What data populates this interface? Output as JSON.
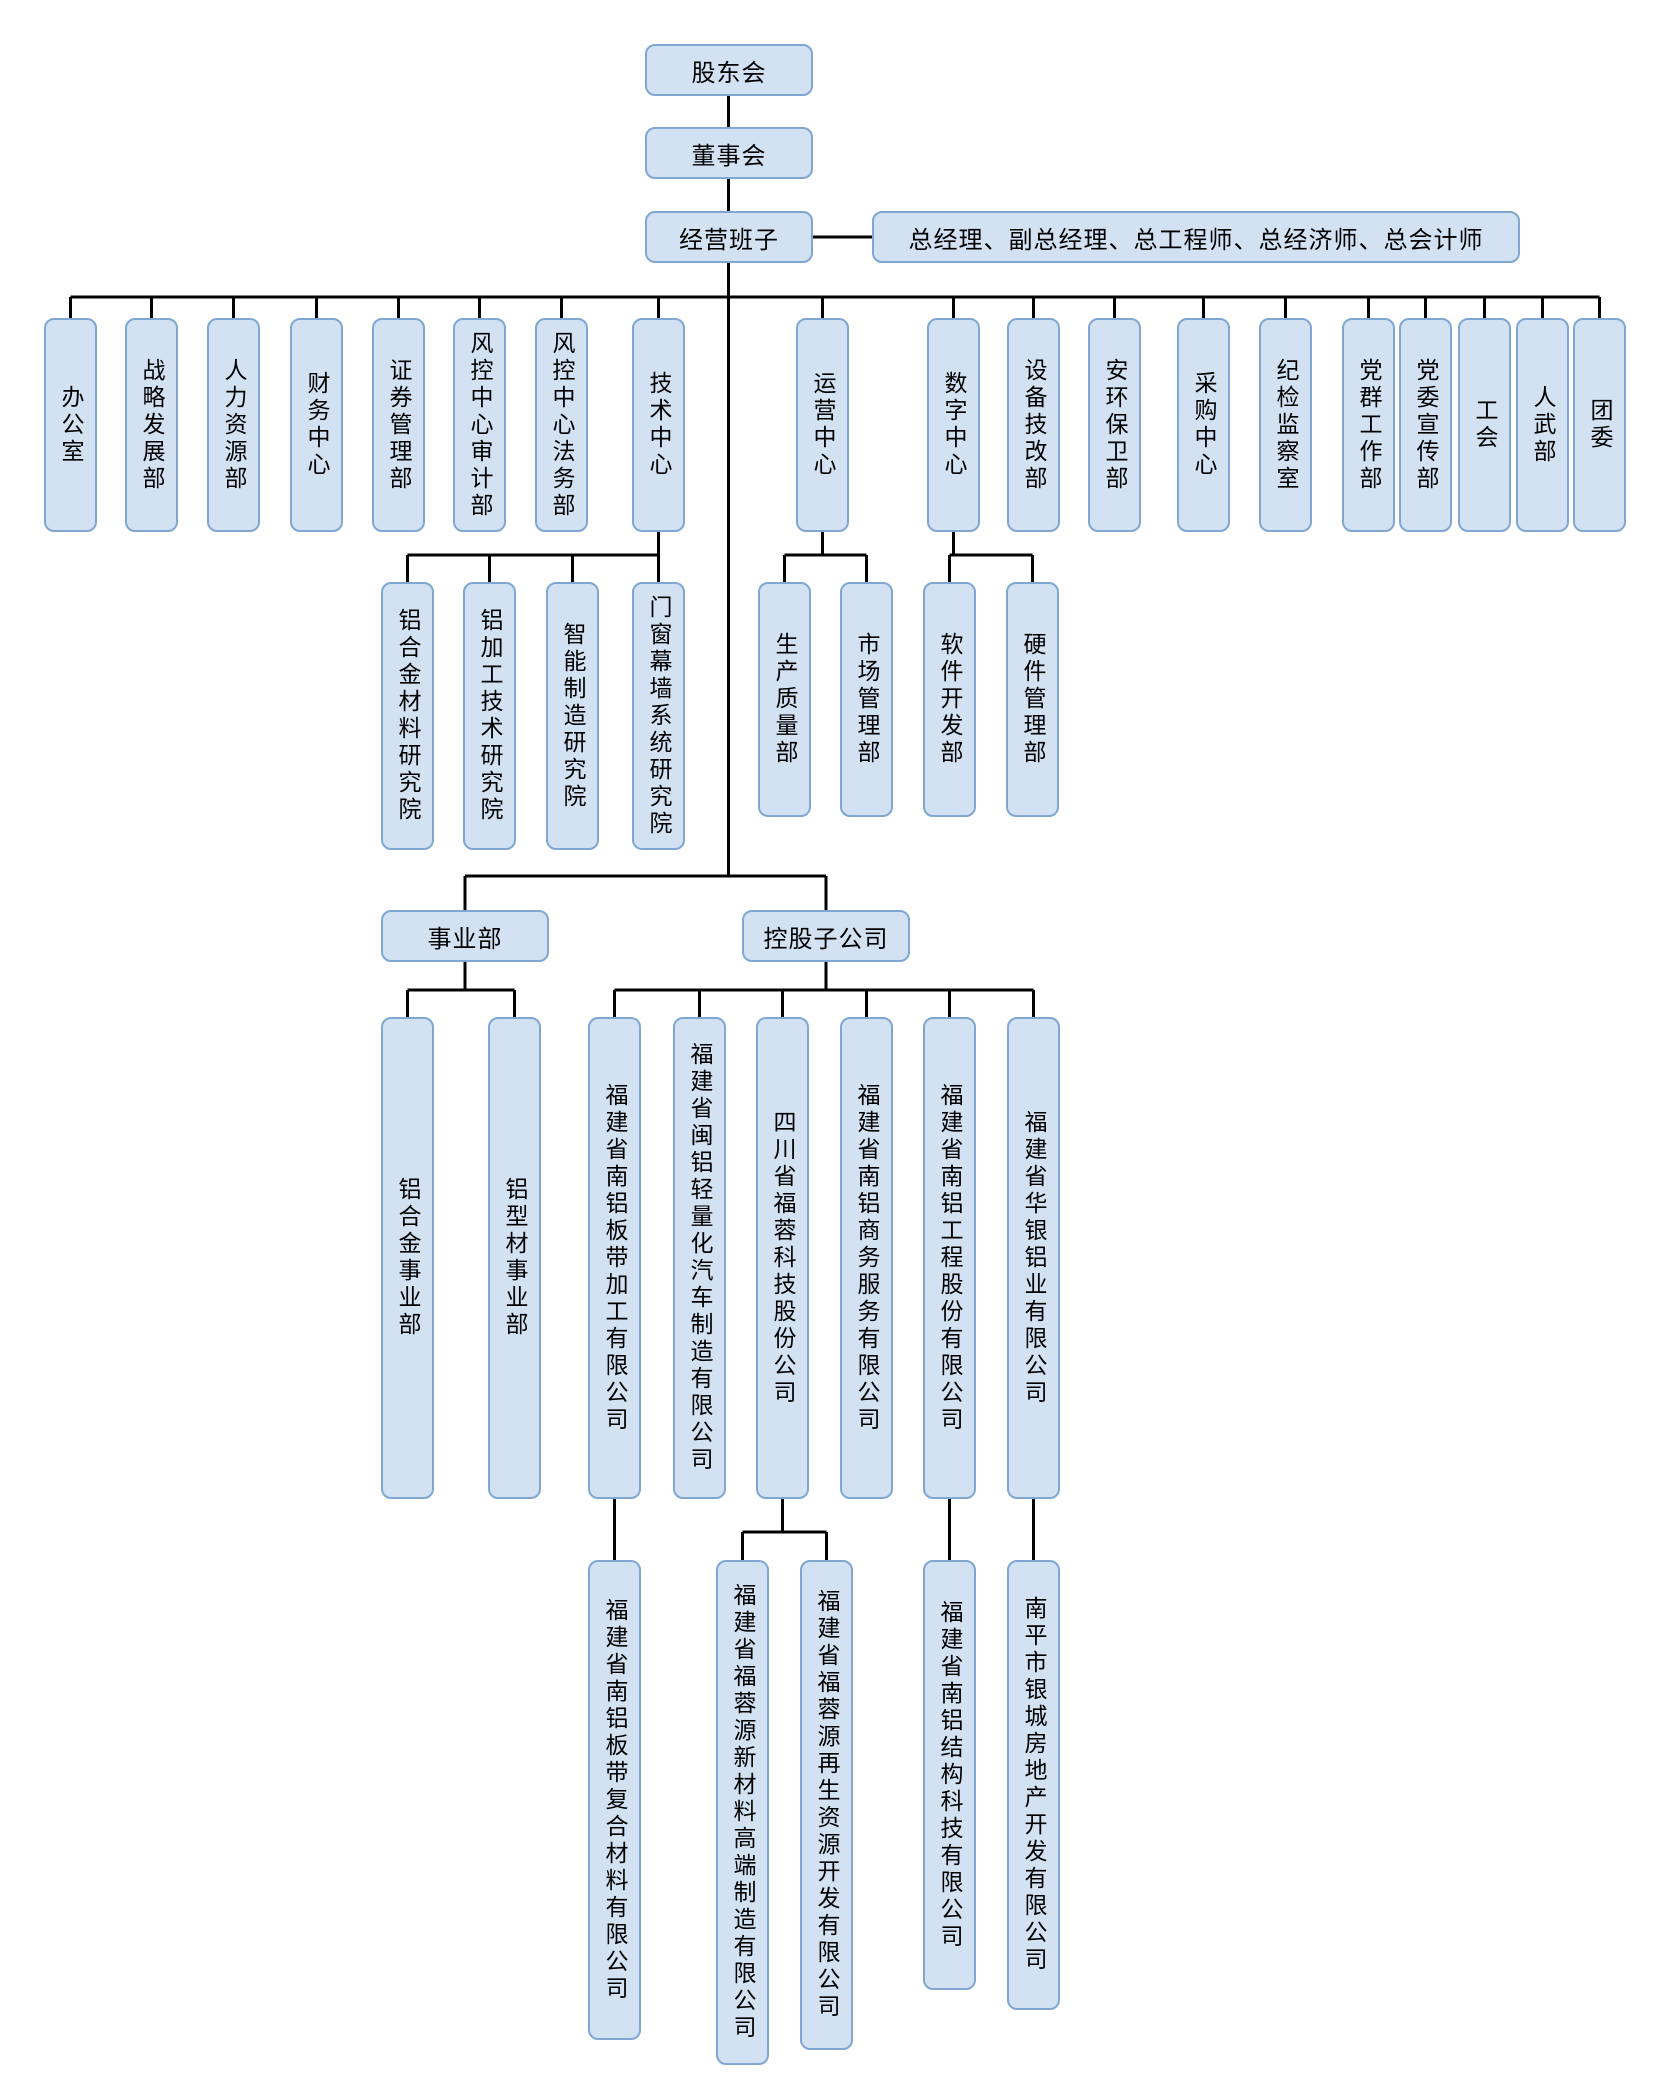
{
  "top": {
    "shareholders": "股东会",
    "board": "董事会",
    "management": "经营班子",
    "executives": "总经理、副总经理、总工程师、总经济师、总会计师"
  },
  "departments": [
    "办公室",
    "战略发展部",
    "人力资源部",
    "财务中心",
    "证券管理部",
    "风控中心审计部",
    "风控中心法务部",
    "技术中心",
    "运营中心",
    "数字中心",
    "设备技改部",
    "安环保卫部",
    "采购中心",
    "纪检监察室",
    "党群工作部",
    "党委宣传部",
    "工会",
    "人武部",
    "团委"
  ],
  "technology_center_children": [
    "铝合金材料研究院",
    "铝加工技术研究院",
    "智能制造研究院",
    "门窗幕墙系统研究院"
  ],
  "operations_center_children": [
    "生产质量部",
    "市场管理部"
  ],
  "digital_center_children": [
    "软件开发部",
    "硬件管理部"
  ],
  "business_division": {
    "label": "事业部",
    "children": [
      "铝合金事业部",
      "铝型材事业部"
    ]
  },
  "holding_subsidiaries": {
    "label": "控股子公司",
    "children": [
      "福建省南铝板带加工有限公司",
      "福建省闽铝轻量化汽车制造有限公司",
      "四川省福蓉科技股份公司",
      "福建省南铝商务服务有限公司",
      "福建省南铝工程股份有限公司",
      "福建省华银铝业有限公司"
    ]
  },
  "grandchild_companies": [
    "福建省南铝板带复合材料有限公司",
    "福建省福蓉源新材料高端制造有限公司",
    "福建省福蓉源再生资源开发有限公司",
    "福建省南铝结构科技有限公司",
    "南平市银城房地产开发有限公司"
  ],
  "colors": {
    "box_fill": "#d3e2f3",
    "box_border": "#7fa7d1",
    "line": "#000000",
    "background": "#ffffff"
  }
}
